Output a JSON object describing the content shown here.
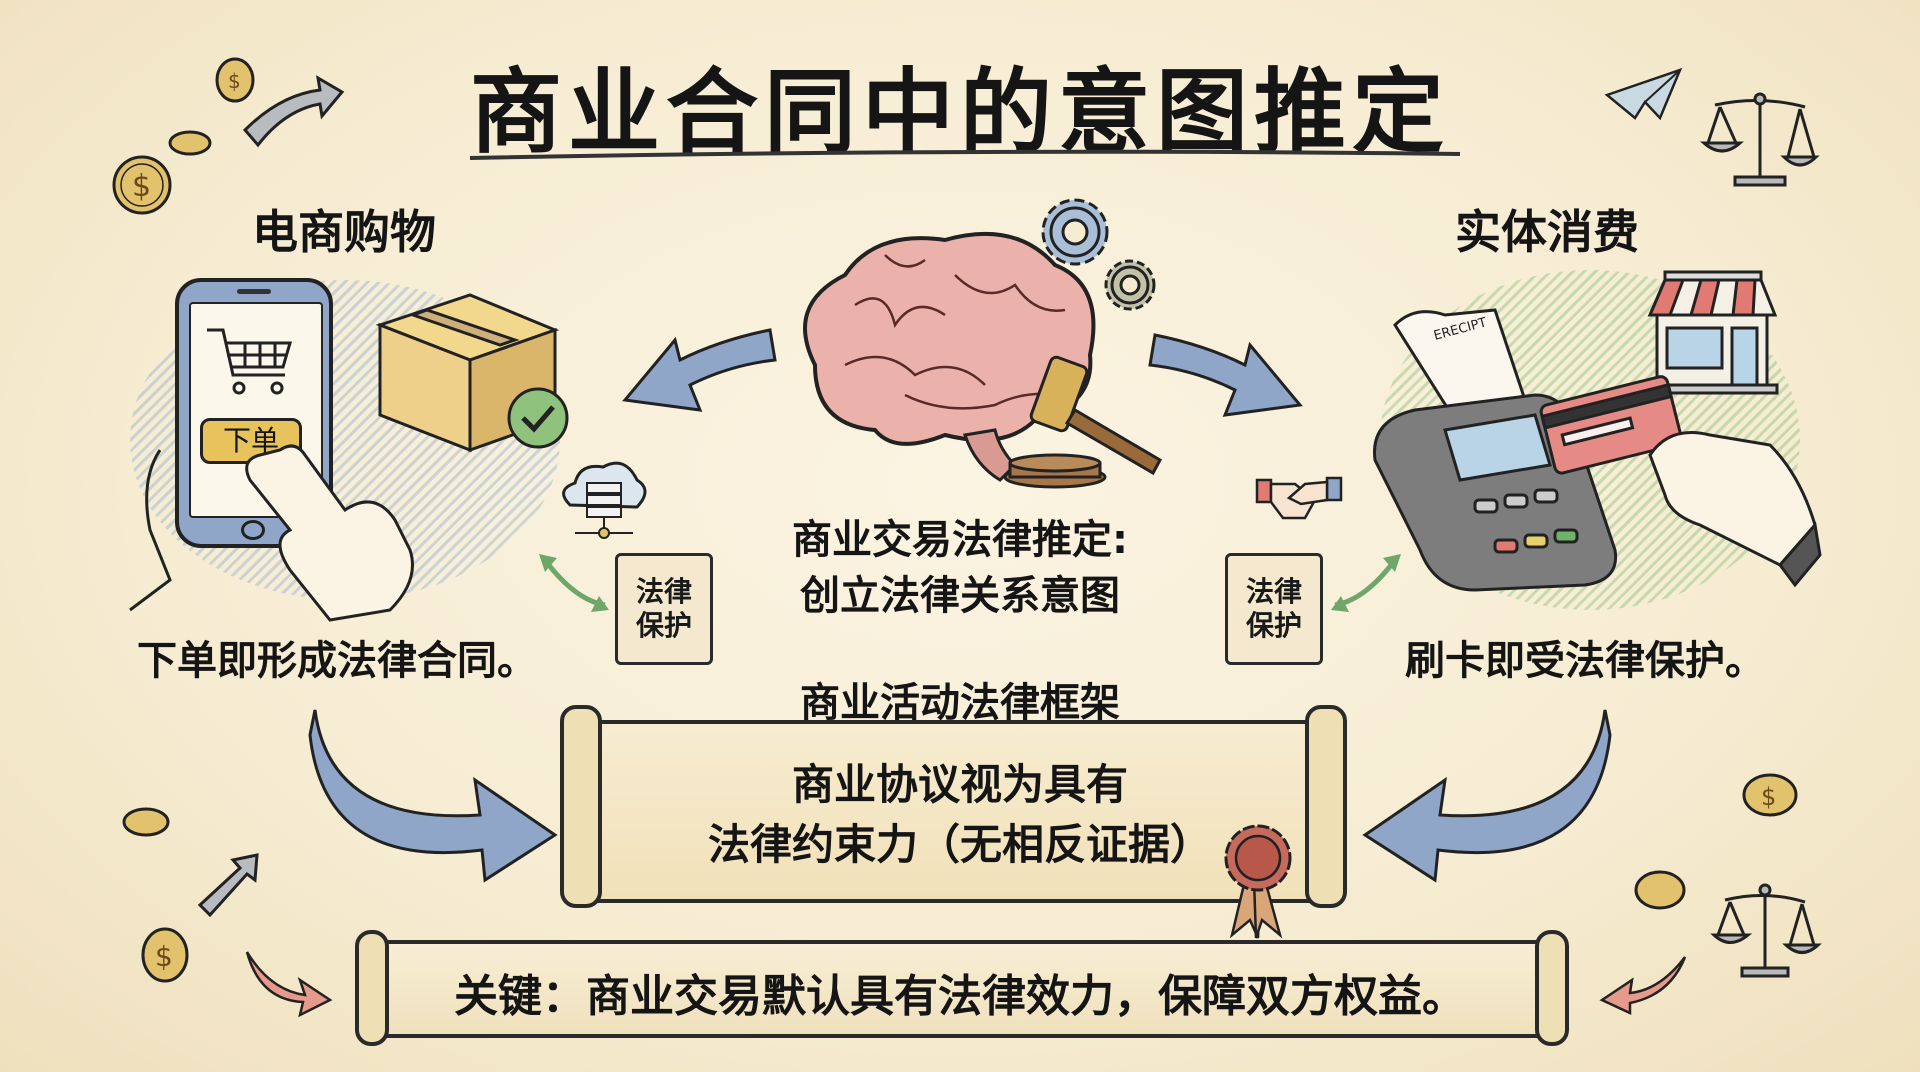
{
  "title": "商业合同中的意图推定",
  "left_panel": {
    "heading": "电商购物",
    "phone_button_label": "下单",
    "caption": "下单即形成法律合同。",
    "icons": [
      "smartphone-icon",
      "shopping-cart-icon",
      "package-box-icon",
      "checkmark-icon",
      "cloud-server-icon"
    ]
  },
  "right_panel": {
    "heading": "实体消费",
    "receipt_label": "ERECIPT",
    "caption": "刷卡即受法律保护。",
    "icons": [
      "pos-terminal-icon",
      "credit-card-icon",
      "storefront-icon",
      "handshake-icon"
    ]
  },
  "center": {
    "line1": "商业交易法律推定:",
    "line2": "创立法律关系意图",
    "icons": [
      "brain-icon",
      "gear-icon",
      "gavel-icon"
    ]
  },
  "mini_scrolls": {
    "left": {
      "line1": "法律",
      "line2": "保护"
    },
    "right": {
      "line1": "法律",
      "line2": "保护"
    }
  },
  "framework": {
    "label": "商业活动法律框架",
    "line1": "商业协议视为具有",
    "line2": "法律约束力（无相反证据）"
  },
  "key_banner": {
    "text": "关键：商业交易默认具有法律效力，保障双方权益。"
  },
  "decorations": [
    "coin-icon",
    "paper-plane-icon",
    "scales-of-justice-icon",
    "wax-seal-icon",
    "curved-arrow-icon"
  ],
  "colors": {
    "background": "#f6ecd2",
    "ink": "#1a1a1a",
    "brain_pink": "#e8a9a4",
    "arrow_blue": "#8fa6c8",
    "arrow_green": "#7fb17a",
    "arrow_red": "#e59a8c",
    "coin_gold": "#e2c26c",
    "scroll_paper": "#f1e1b9",
    "seal_red": "#b8584a"
  }
}
